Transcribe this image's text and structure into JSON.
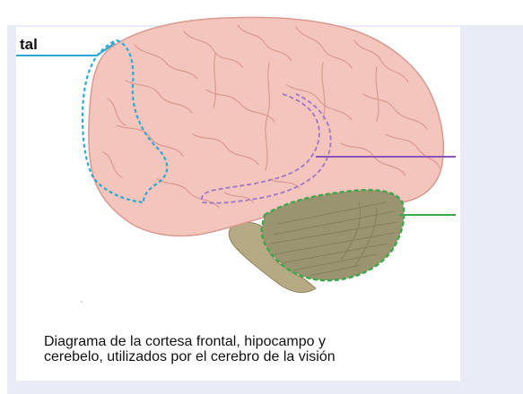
{
  "labels": {
    "frontal_partial": "tal"
  },
  "caption": {
    "line1": "Diagrama de la cortesa frontal, hipocampo y",
    "line2": "cerebelo, utilizados por el cerebro de la visión"
  },
  "colors": {
    "background_panel": "#e9ecf6",
    "brain_fill": "#f4c5bd",
    "brain_outline": "#d99a8f",
    "frontal_line": "#2ba9d6",
    "hippocampus_line": "#9b6ac2",
    "cerebellum_line": "#3ba84a",
    "cerebellum_fill": "#9a9570",
    "brainstem_fill": "#b6aa84"
  }
}
